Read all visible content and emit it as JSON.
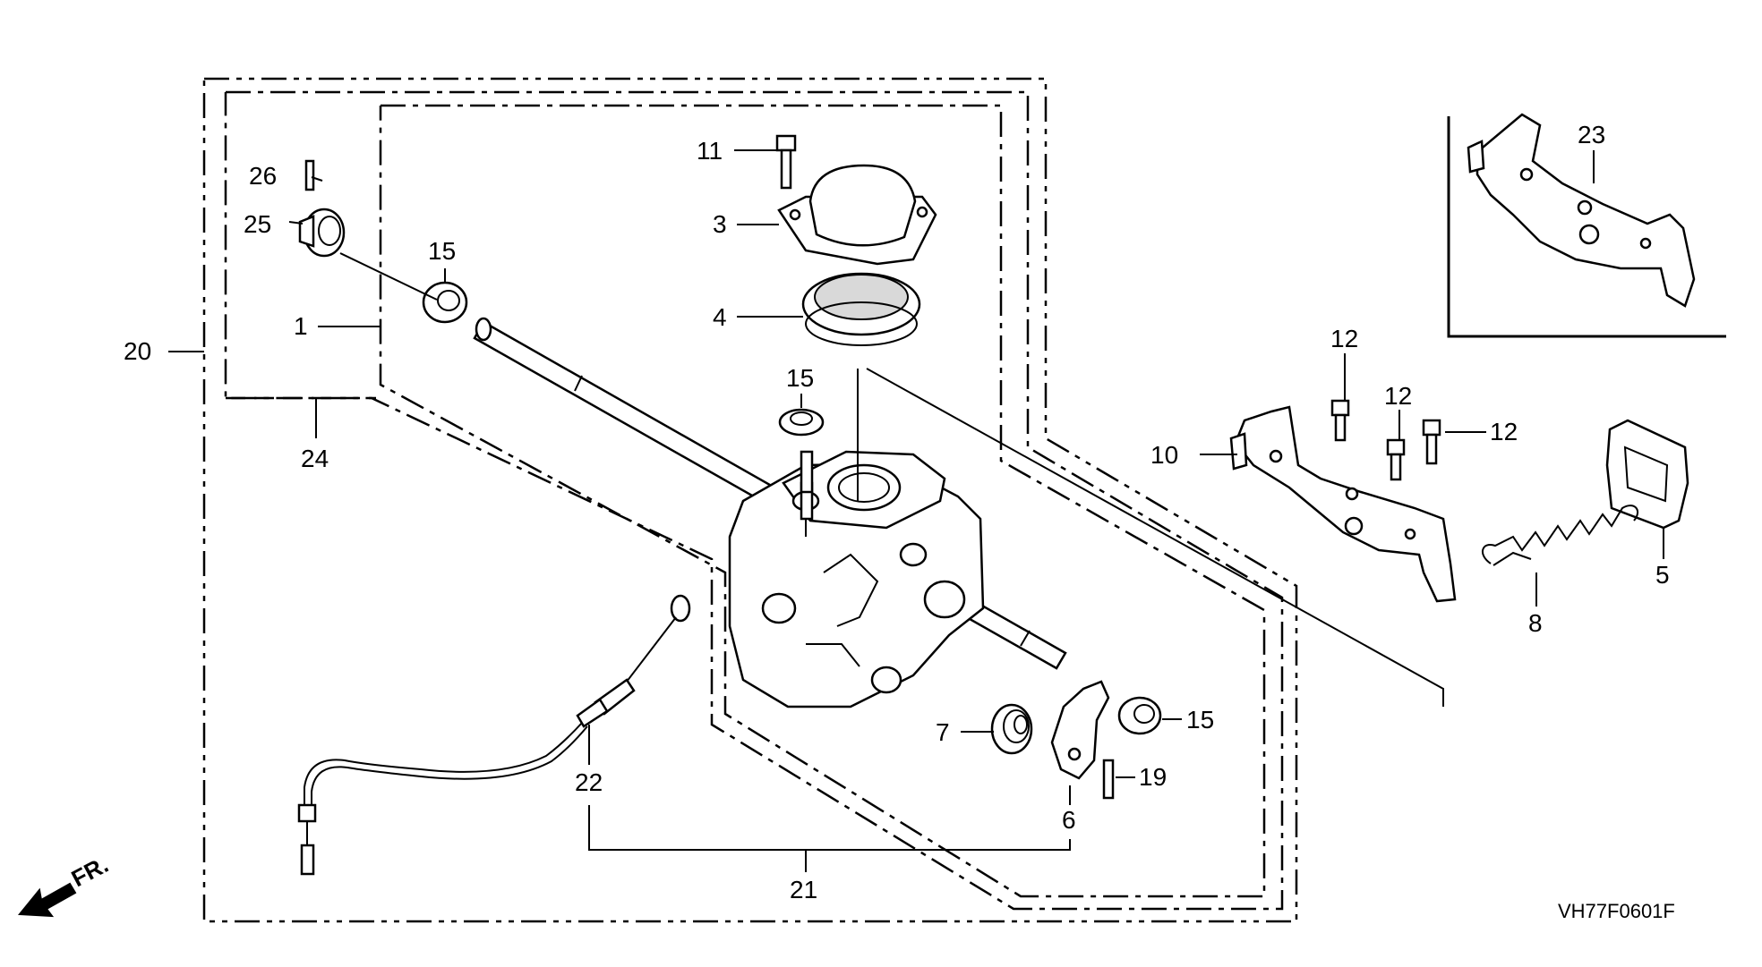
{
  "diagram_code": "VH77F0601F",
  "direction_label": "FR.",
  "callouts": {
    "c1": "1",
    "c3": "3",
    "c4": "4",
    "c5": "5",
    "c6": "6",
    "c7": "7",
    "c8": "8",
    "c10": "10",
    "c11": "11",
    "c12a": "12",
    "c12b": "12",
    "c12c": "12",
    "c15a": "15",
    "c15b": "15",
    "c15c": "15",
    "c19": "19",
    "c20": "20",
    "c21": "21",
    "c22": "22",
    "c23": "23",
    "c24": "24",
    "c25": "25",
    "c26": "26"
  }
}
